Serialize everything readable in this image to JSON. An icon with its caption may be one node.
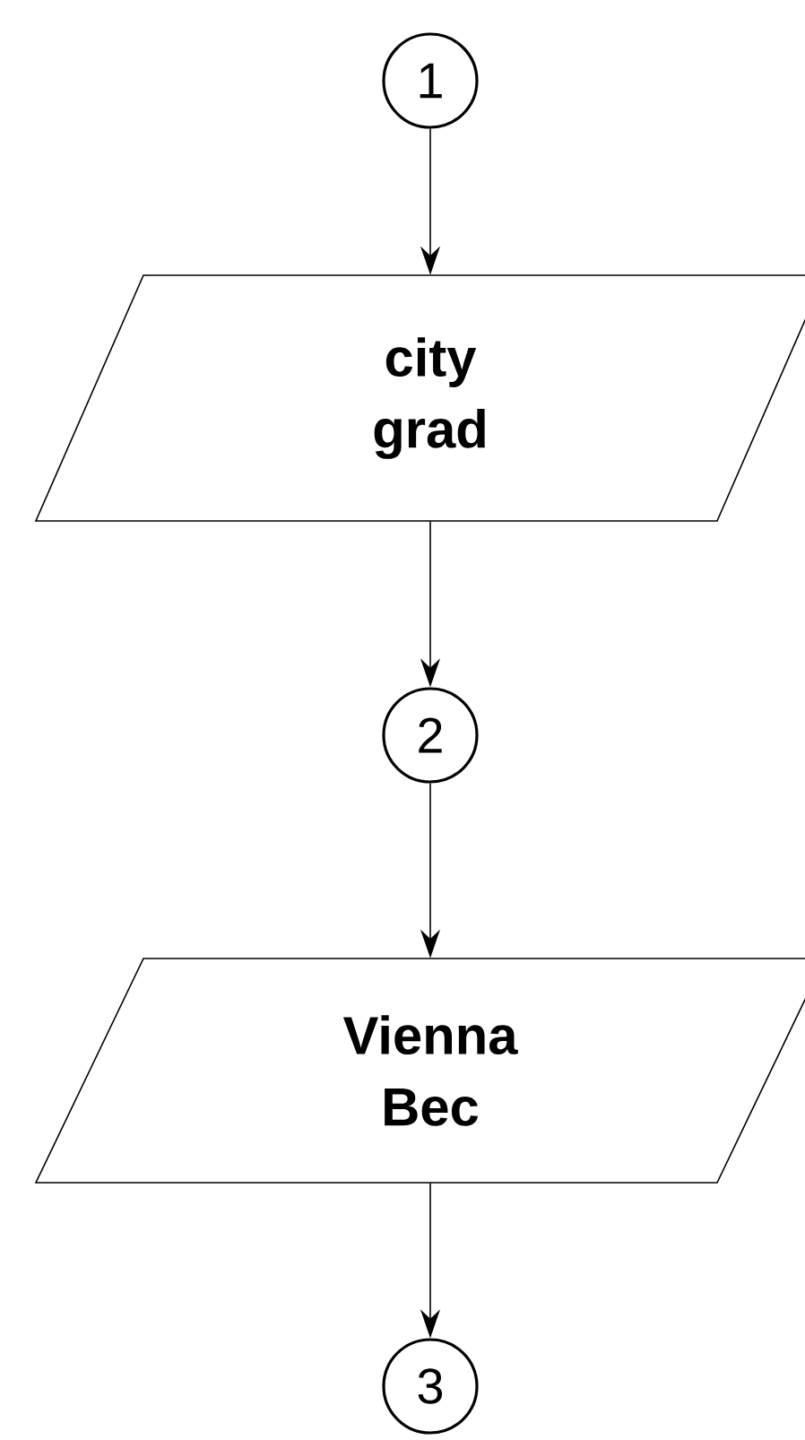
{
  "diagram": {
    "nodes": [
      {
        "text": [
          "1"
        ]
      },
      {
        "text": [
          "city grad"
        ]
      },
      {
        "text": [
          "2"
        ]
      },
      {
        "text": [
          "Vienna Bec"
        ]
      },
      {
        "text": [
          "3"
        ]
      }
    ],
    "edges": [
      {
        "from": 0,
        "to": 1,
        "arrow": "to"
      },
      {
        "from": 1,
        "to": 2,
        "arrow": "to"
      },
      {
        "from": 2,
        "to": 3,
        "arrow": "to"
      },
      {
        "from": 3,
        "to": 4,
        "arrow": "to"
      }
    ]
  }
}
